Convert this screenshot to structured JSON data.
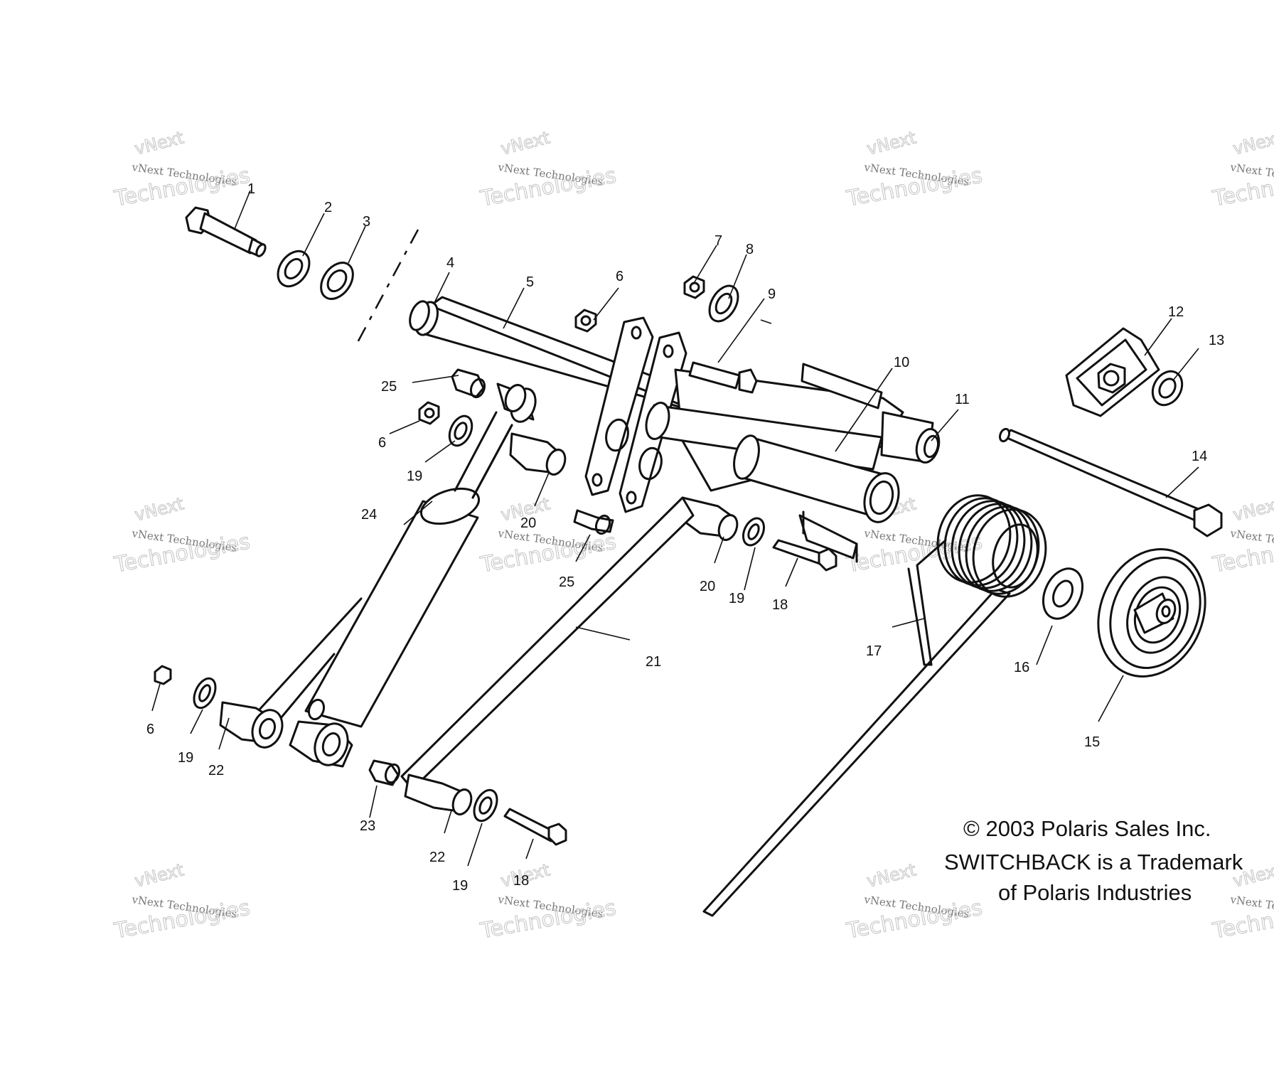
{
  "diagram": {
    "callouts": [
      {
        "label": "1"
      },
      {
        "label": "2"
      },
      {
        "label": "3"
      },
      {
        "label": "4"
      },
      {
        "label": "5"
      },
      {
        "label": "6"
      },
      {
        "label": "7"
      },
      {
        "label": "8"
      },
      {
        "label": "9"
      },
      {
        "label": "10"
      },
      {
        "label": "11"
      },
      {
        "label": "12"
      },
      {
        "label": "13"
      },
      {
        "label": "14"
      },
      {
        "label": "25"
      },
      {
        "label": "6"
      },
      {
        "label": "19"
      },
      {
        "label": "24"
      },
      {
        "label": "20"
      },
      {
        "label": "25"
      },
      {
        "label": "20"
      },
      {
        "label": "19"
      },
      {
        "label": "18"
      },
      {
        "label": "17"
      },
      {
        "label": "16"
      },
      {
        "label": "15"
      },
      {
        "label": "21"
      },
      {
        "label": "6"
      },
      {
        "label": "19"
      },
      {
        "label": "22"
      },
      {
        "label": "23"
      },
      {
        "label": "22"
      },
      {
        "label": "19"
      },
      {
        "label": "18"
      }
    ],
    "copyright": "© 2003 Polaris Sales Inc.",
    "trademark_line1": "SWITCHBACK is a Trademark",
    "trademark_line2": "of Polaris Industries",
    "watermark": {
      "small": "vNext Technologies",
      "top": "vNext",
      "big": "Technologies"
    }
  }
}
